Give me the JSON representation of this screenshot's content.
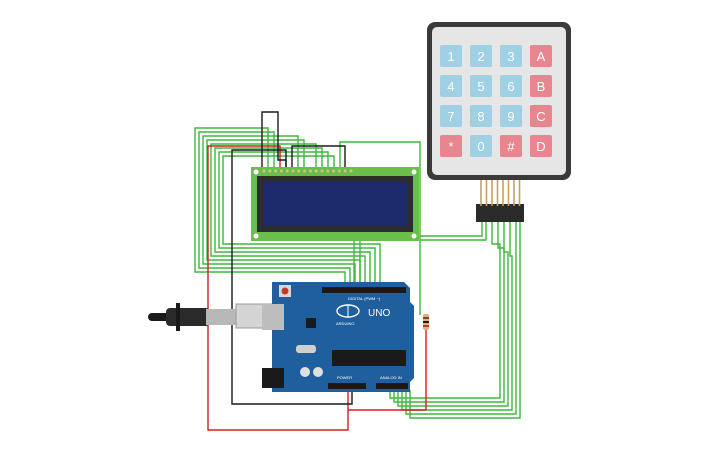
{
  "keypad": {
    "rows": [
      [
        {
          "label": "1",
          "type": "num"
        },
        {
          "label": "2",
          "type": "num"
        },
        {
          "label": "3",
          "type": "num"
        },
        {
          "label": "A",
          "type": "letter"
        }
      ],
      [
        {
          "label": "4",
          "type": "num"
        },
        {
          "label": "5",
          "type": "num"
        },
        {
          "label": "6",
          "type": "num"
        },
        {
          "label": "B",
          "type": "letter"
        }
      ],
      [
        {
          "label": "7",
          "type": "num"
        },
        {
          "label": "8",
          "type": "num"
        },
        {
          "label": "9",
          "type": "num"
        },
        {
          "label": "C",
          "type": "letter"
        }
      ],
      [
        {
          "label": "*",
          "type": "letter"
        },
        {
          "label": "0",
          "type": "num"
        },
        {
          "label": "#",
          "type": "letter"
        },
        {
          "label": "D",
          "type": "letter"
        }
      ]
    ]
  },
  "arduino": {
    "model": "UNO",
    "brand": "ARDUINO",
    "digital_label": "DIGITAL (PWM ~)",
    "power_label": "POWER",
    "analog_label": "ANALOG IN"
  },
  "colors": {
    "wire_green": "#3db83d",
    "wire_red": "#d42020",
    "wire_black": "#1a1a1a",
    "board_blue": "#1f5f9e",
    "lcd_pcb": "#6abf4b",
    "lcd_screen": "#1d2a6b",
    "keypad_body": "#3a3a3a",
    "key_num": "#9fd0e4",
    "key_letter": "#e8868f"
  }
}
